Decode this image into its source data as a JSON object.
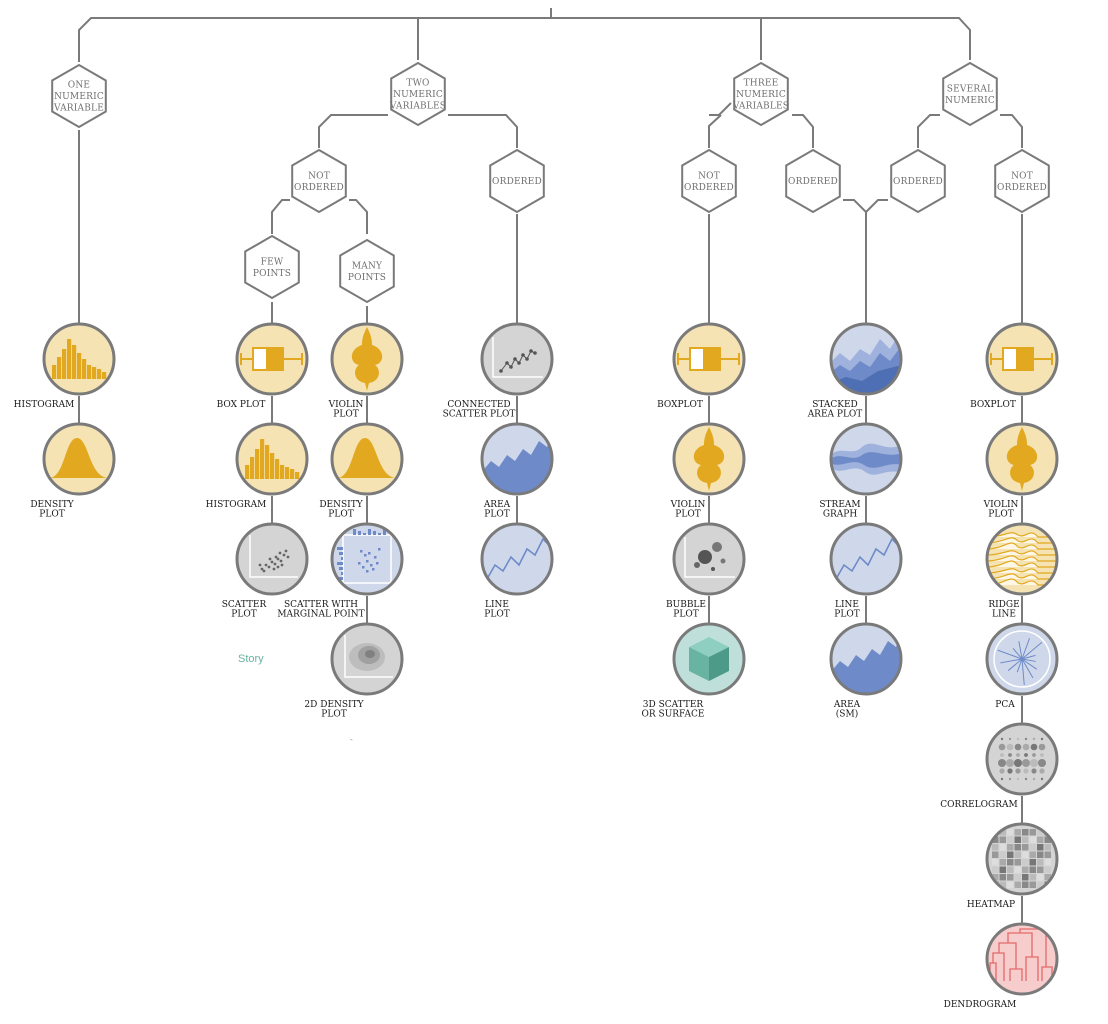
{
  "nodes": {
    "h_one": [
      "ONE",
      "NUMERIC",
      "VARIABLE"
    ],
    "h_two": [
      "TWO",
      "NUMERIC",
      "VARIABLES"
    ],
    "h_three": [
      "THREE",
      "NUMERIC",
      "VARIABLES"
    ],
    "h_several": [
      "SEVERAL",
      "NUMERIC"
    ],
    "h_two_notord": [
      "NOT",
      "ORDERED"
    ],
    "h_two_ord": [
      "ORDERED"
    ],
    "h_few": [
      "FEW",
      "POINTS"
    ],
    "h_many": [
      "MANY",
      "POINTS"
    ],
    "h_three_notord": [
      "NOT",
      "ORDERED"
    ],
    "h_three_ord": [
      "ORDERED"
    ],
    "h_sev_ord": [
      "ORDERED"
    ],
    "h_sev_notord": [
      "NOT",
      "ORDERED"
    ]
  },
  "charts": {
    "histogram_1": [
      "HISTOGRAM"
    ],
    "density_1": [
      "DENSITY",
      "PLOT"
    ],
    "boxplot_few": [
      "BOX PLOT"
    ],
    "histogram_few": [
      "HISTOGRAM"
    ],
    "scatter_few": [
      "SCATTER",
      "PLOT"
    ],
    "violin_many": [
      "VIOLIN",
      "PLOT"
    ],
    "density_many": [
      "DENSITY",
      "PLOT"
    ],
    "scatter_marginal": [
      "SCATTER WITH",
      "MARGINAL POINT"
    ],
    "density2d": [
      "2D DENSITY",
      "PLOT"
    ],
    "connected_scatter": [
      "CONNECTED",
      "SCATTER PLOT"
    ],
    "area_two": [
      "AREA",
      "PLOT"
    ],
    "line_two": [
      "LINE",
      "PLOT"
    ],
    "boxplot_three": [
      "BOXPLOT"
    ],
    "violin_three": [
      "VIOLIN",
      "PLOT"
    ],
    "bubble": [
      "BUBBLE",
      "PLOT"
    ],
    "scatter3d": [
      "3D SCATTER",
      "OR SURFACE"
    ],
    "stacked_area": [
      "STACKED",
      "AREA PLOT"
    ],
    "stream": [
      "STREAM",
      "GRAPH"
    ],
    "line_sm": [
      "LINE",
      "PLOT"
    ],
    "area_sm": [
      "AREA",
      "(SM)"
    ],
    "boxplot_sev": [
      "BOXPLOT"
    ],
    "violin_sev": [
      "VIOLIN",
      "PLOT"
    ],
    "ridge": [
      "RIDGE",
      "LINE"
    ],
    "pca": [
      "PCA"
    ],
    "correlogram": [
      "CORRELOGRAM"
    ],
    "heatmap": [
      "HEATMAP"
    ],
    "dendrogram": [
      "DENDROGRAM"
    ]
  },
  "story_link": "Story",
  "small_mark": "-",
  "colors": {
    "line": "#7a7a7a",
    "hex_fill": "#ffffff",
    "hex_text": "#6f6f6f",
    "yellow_fill": "#f5e3b3",
    "yellow_icon": "#e2a920",
    "blue_fill": "#cfd8ea",
    "blue_icon": "#6f8ac8",
    "grey_fill": "#d4d4d4",
    "teal_fill": "#bfe0da",
    "teal_icon": "#69b3a2",
    "red_fill": "#f7cccc",
    "red_icon": "#e26a6a",
    "story": "#69b3a2"
  }
}
